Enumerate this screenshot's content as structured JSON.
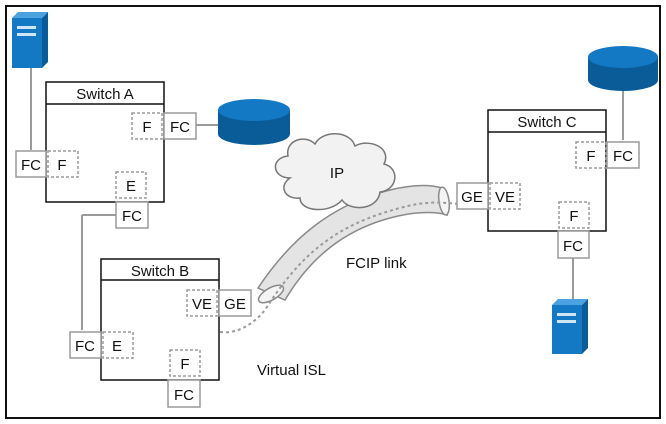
{
  "colors": {
    "frame": "#111111",
    "device_blue": "#1479c4",
    "device_dark": "#0a5c99",
    "device_light": "#4aa3e0",
    "tube_fill": "#e3e3e3",
    "tube_stroke": "#8a8a8a",
    "dashed": "#9a9a9a",
    "line": "#9a9a9a"
  },
  "switches": {
    "a": {
      "title": "Switch A"
    },
    "b": {
      "title": "Switch B"
    },
    "c": {
      "title": "Switch C"
    }
  },
  "ports": {
    "a_f_right": "F",
    "a_fc_right": "FC",
    "a_fc_left": "FC",
    "a_f_left": "F",
    "a_e": "E",
    "a_fc_bottom": "FC",
    "b_ve": "VE",
    "b_ge": "GE",
    "b_fc_left": "FC",
    "b_e": "E",
    "b_f": "F",
    "b_fc_bottom": "FC",
    "c_f_right": "F",
    "c_fc_right": "FC",
    "c_ge": "GE",
    "c_ve": "VE",
    "c_f_bottom": "F",
    "c_fc_bottom": "FC"
  },
  "labels": {
    "ip": "IP",
    "fcip_link": "FCIP link",
    "virtual_isl": "Virtual ISL"
  },
  "icons": {
    "server_top_left": "server-icon",
    "server_bottom_right": "server-icon",
    "storage_middle": "storage-disk-icon",
    "storage_top_right": "storage-disk-icon",
    "ip_cloud": "cloud-icon"
  }
}
